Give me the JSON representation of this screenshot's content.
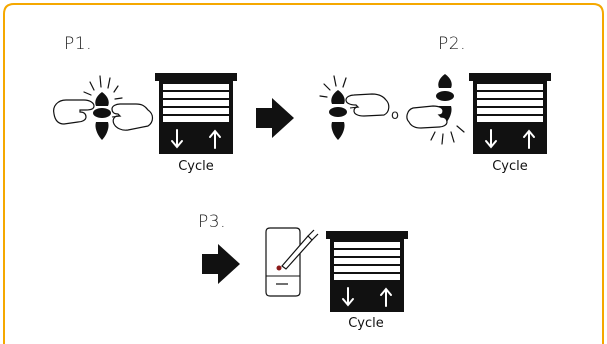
{
  "border_color": "#f5a800",
  "steps": {
    "p1": {
      "label": "P1.",
      "caption": "Cycle"
    },
    "p2": {
      "label": "P2.",
      "caption": "Cycle",
      "or_text": "o"
    },
    "p3": {
      "label": "P3.",
      "caption": "Cycle"
    }
  }
}
